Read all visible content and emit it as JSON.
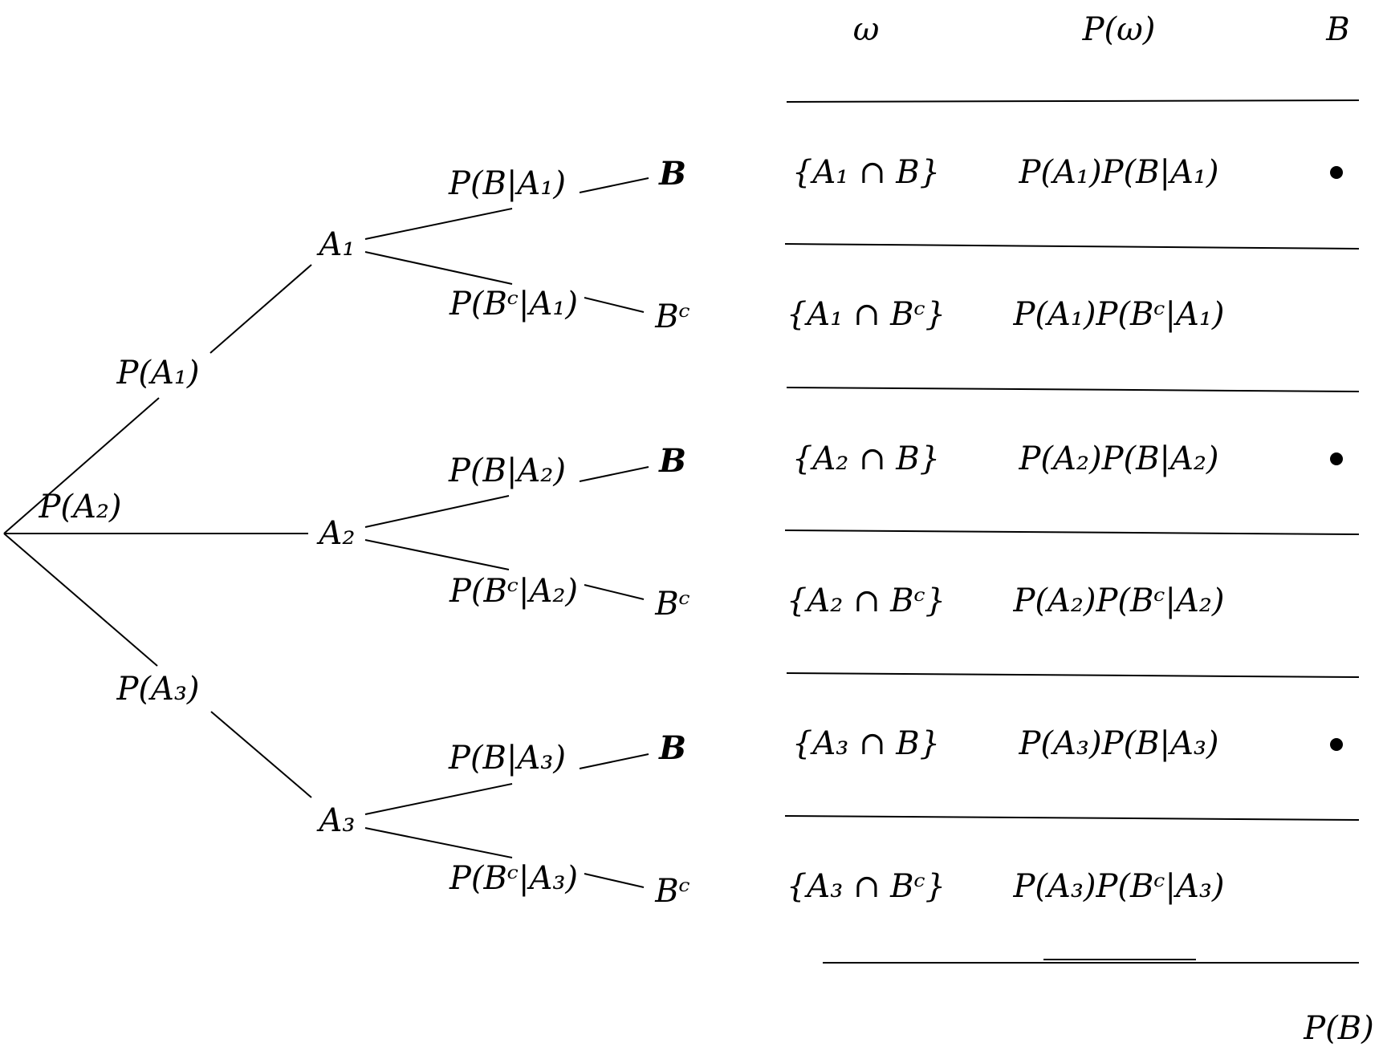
{
  "tree": {
    "branches": [
      {
        "prob": "P(A₁)",
        "node": "A₁",
        "outcomes": [
          {
            "prob": "P(B|A₁)",
            "label": "B",
            "bold": true
          },
          {
            "prob": "P(Bᶜ|A₁)",
            "label": "Bᶜ",
            "bold": false
          }
        ]
      },
      {
        "prob": "P(A₂)",
        "node": "A₂",
        "outcomes": [
          {
            "prob": "P(B|A₂)",
            "label": "B",
            "bold": true
          },
          {
            "prob": "P(Bᶜ|A₂)",
            "label": "Bᶜ",
            "bold": false
          }
        ]
      },
      {
        "prob": "P(A₃)",
        "node": "A₃",
        "outcomes": [
          {
            "prob": "P(B|A₃)",
            "label": "B",
            "bold": true
          },
          {
            "prob": "P(Bᶜ|A₃)",
            "label": "Bᶜ",
            "bold": false
          }
        ]
      }
    ]
  },
  "table": {
    "headers": {
      "omega": "ω",
      "prob": "P(ω)",
      "event": "B"
    },
    "rows": [
      {
        "omega": "{A₁ ∩ B}",
        "prob": "P(A₁)P(B|A₁)",
        "in_B": true
      },
      {
        "omega": "{A₁ ∩ Bᶜ}",
        "prob": "P(A₁)P(Bᶜ|A₁)",
        "in_B": false
      },
      {
        "omega": "{A₂ ∩ B}",
        "prob": "P(A₂)P(B|A₂)",
        "in_B": true
      },
      {
        "omega": "{A₂ ∩ Bᶜ}",
        "prob": "P(A₂)P(Bᶜ|A₂)",
        "in_B": false
      },
      {
        "omega": "{A₃ ∩ B}",
        "prob": "P(A₃)P(B|A₃)",
        "in_B": true
      },
      {
        "omega": "{A₃ ∩ Bᶜ}",
        "prob": "P(A₃)P(Bᶜ|A₃)",
        "in_B": false
      }
    ],
    "total": "P(B)"
  }
}
